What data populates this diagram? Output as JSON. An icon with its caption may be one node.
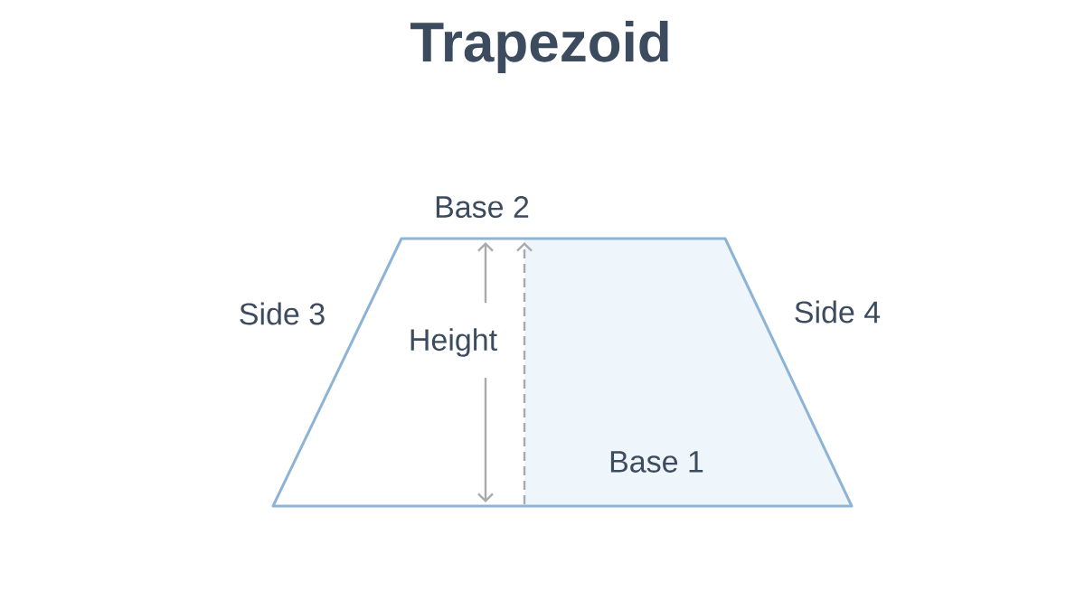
{
  "diagram": {
    "title": "Trapezoid",
    "labels": [
      "Base 2",
      "Side 3",
      "Height",
      "Side 4",
      "Base 1"
    ]
  }
}
